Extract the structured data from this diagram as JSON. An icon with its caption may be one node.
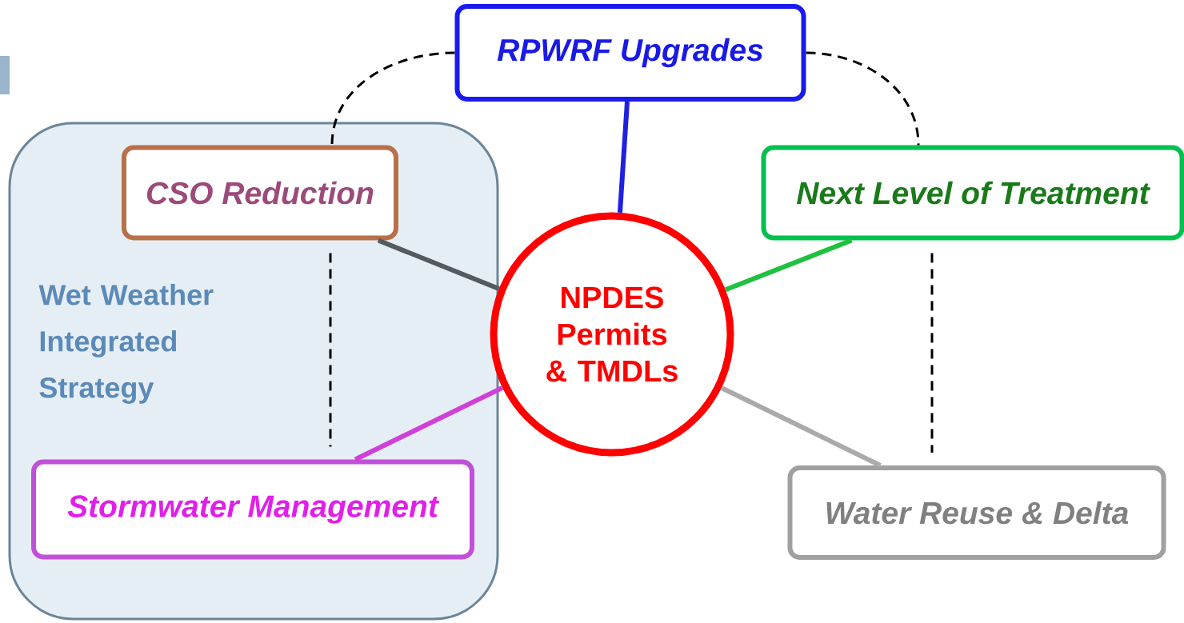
{
  "diagram": {
    "nodes": [
      {
        "text": [
          "RPWRF Upgrades"
        ]
      },
      {
        "text": [
          "Wet Weather Integrated Strategy"
        ]
      },
      {
        "text": [
          "CSO Reduction"
        ],
        "in": 1
      },
      {
        "text": [
          "Next Level of Treatment"
        ]
      },
      {
        "text": [
          "NPDES Permits & TMDLs"
        ]
      },
      {
        "text": [
          "Stormwater Management"
        ],
        "in": 1
      },
      {
        "text": [
          "Water Reuse & Delta"
        ]
      }
    ],
    "edges": [
      {
        "from": 0,
        "to": 4,
        "arrow": "none",
        "color": "#2020e0"
      },
      {
        "from": 2,
        "to": 4,
        "arrow": "none",
        "color": "#555a60"
      },
      {
        "from": 3,
        "to": 4,
        "arrow": "none",
        "color": "#20c040"
      },
      {
        "from": 5,
        "to": 4,
        "arrow": "none",
        "color": "#d040d8"
      },
      {
        "from": 6,
        "to": 4,
        "arrow": "none",
        "color": "#aaaaaa"
      },
      {
        "from": 0,
        "to": 2,
        "arrow": "none",
        "style": "dashed"
      },
      {
        "from": 0,
        "to": 3,
        "arrow": "none",
        "style": "dashed"
      },
      {
        "from": 2,
        "to": 5,
        "arrow": "none",
        "style": "dashed"
      },
      {
        "from": 3,
        "to": 6,
        "arrow": "none",
        "style": "dashed"
      }
    ]
  }
}
